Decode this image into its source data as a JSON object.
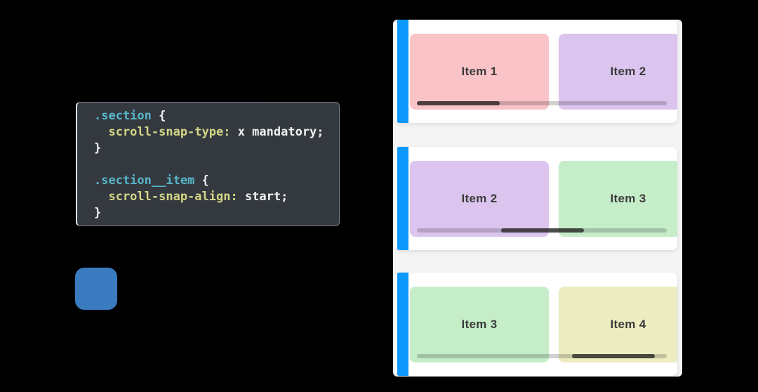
{
  "page": {
    "background": "#000000"
  },
  "code_block": {
    "background": "#343940",
    "text_colors": {
      "selector": "#58b6c8",
      "property": "#d4d685",
      "plain": "#f1f1f1"
    },
    "lines": [
      [
        {
          "t": ".section",
          "c": "selector"
        },
        {
          "t": " {",
          "c": "plain"
        }
      ],
      [
        {
          "t": "  scroll-snap-type:",
          "c": "property"
        },
        {
          "t": " x mandatory;",
          "c": "plain"
        }
      ],
      [
        {
          "t": "}",
          "c": "plain"
        }
      ],
      [],
      [
        {
          "t": ".section__item",
          "c": "selector"
        },
        {
          "t": " {",
          "c": "plain"
        }
      ],
      [
        {
          "t": "  scroll-snap-align:",
          "c": "property"
        },
        {
          "t": " start;",
          "c": "plain"
        }
      ],
      [
        {
          "t": "}",
          "c": "plain"
        }
      ]
    ]
  },
  "logo_square": {
    "color": "#3b7bc0"
  },
  "snap_demo": {
    "container_bg": "#f4f4f5",
    "panel_bg": "#ffffff",
    "snap_bar_color": "#0d98fc",
    "card_text_color": "#3b3b3b",
    "scrollbar": {
      "track_color": "rgba(0,0,0,0.18)",
      "thumb_color": "rgba(25,25,25,0.72)",
      "thumb_width": 118,
      "thumb_offsets": [
        0,
        120,
        221
      ]
    },
    "panels": [
      {
        "cards": [
          {
            "label": "Item 1",
            "color": "#f9c3c7"
          },
          {
            "label": "Item 2",
            "color": "#dbc4ee"
          }
        ]
      },
      {
        "cards": [
          {
            "label": "Item 2",
            "color": "#dbc4ee"
          },
          {
            "label": "Item 3",
            "color": "#c5edc8"
          }
        ]
      },
      {
        "cards": [
          {
            "label": "Item 3",
            "color": "#c5edc8"
          },
          {
            "label": "Item 4",
            "color": "#ececc0"
          }
        ]
      }
    ]
  }
}
